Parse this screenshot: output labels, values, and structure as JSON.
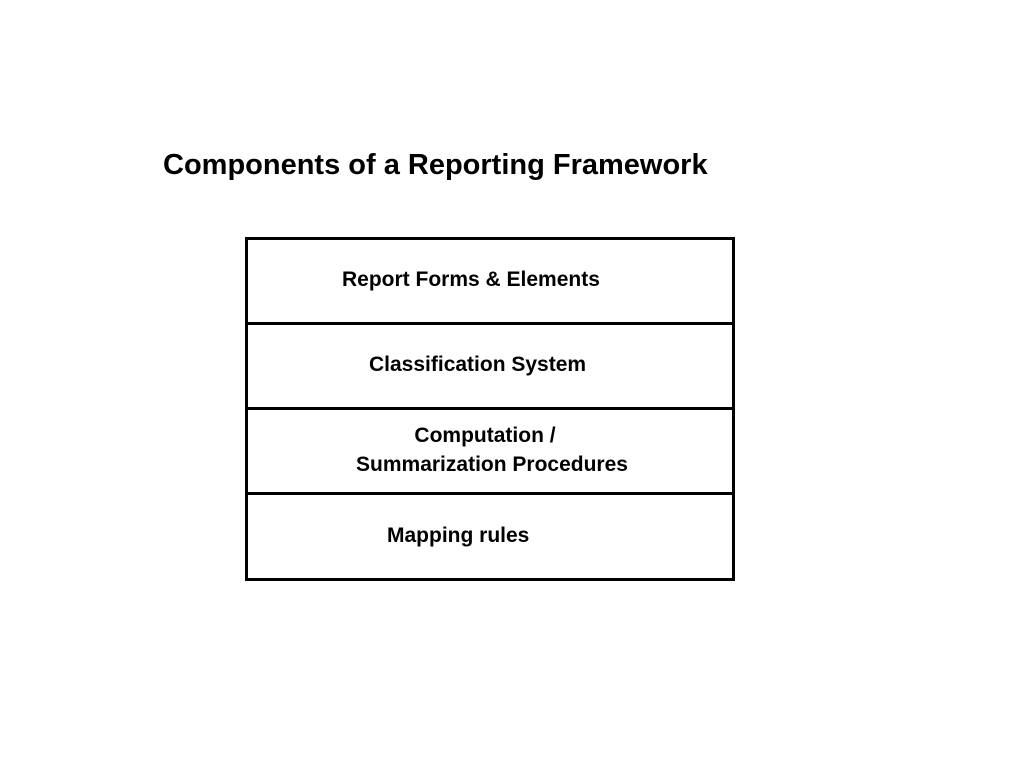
{
  "title": "Components of a Reporting Framework",
  "layers": [
    {
      "label": "Report Forms & Elements"
    },
    {
      "label": "Classification System"
    },
    {
      "label_lines": [
        "Computation /",
        "Summarization Procedures"
      ]
    },
    {
      "label": "Mapping rules"
    }
  ],
  "colors": {
    "background": "#ffffff",
    "border": "#000000",
    "text": "#000000"
  }
}
